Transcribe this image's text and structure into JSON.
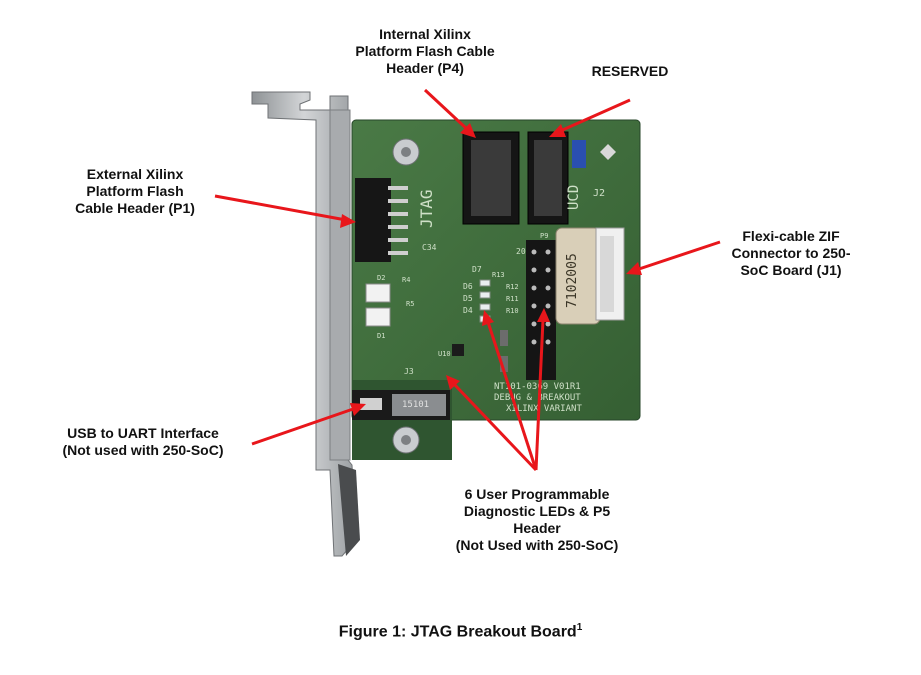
{
  "labels": {
    "p4": [
      "Internal Xilinx",
      "Platform Flash Cable",
      "Header (P4)"
    ],
    "reserved": [
      "RESERVED"
    ],
    "p1": [
      "External Xilinx",
      "Platform Flash",
      "Cable Header (P1)"
    ],
    "j1": [
      "Flexi-cable ZIF",
      "Connector to 250-",
      "SoC Board (J1)"
    ],
    "usb": [
      "USB to UART Interface",
      "(Not used with 250-SoC)"
    ],
    "leds": [
      "6 User Programmable",
      "Diagnostic LEDs & P5",
      "Header",
      "(Not Used with 250-SoC)"
    ]
  },
  "board_silkscreen": {
    "jtag": "JTAG",
    "ucd": "UCD",
    "j2": "J2",
    "j3": "J3",
    "c34": "C34",
    "d1": "D1",
    "d2": "D2",
    "d4": "D4",
    "d5": "D5",
    "d6": "D6",
    "d7": "D7",
    "r4": "R4",
    "r5": "R5",
    "r10": "R10",
    "r11": "R11",
    "r12": "R12",
    "r13": "R13",
    "u10": "U10",
    "p9": "P9",
    "pin20": "20",
    "sticker": "7102005",
    "usb_mark": "15101",
    "line1": "NT101-0369 V01R1",
    "line2": "DEBUG & BREAKOUT",
    "line3": "XILINX VARIANT"
  },
  "colors": {
    "pcb": "#3f6b3c",
    "bracket": "#b9bcbf",
    "arrow": "#e8161b"
  },
  "caption": {
    "text": "Figure 1: JTAG Breakout Board",
    "footnote": "1"
  }
}
